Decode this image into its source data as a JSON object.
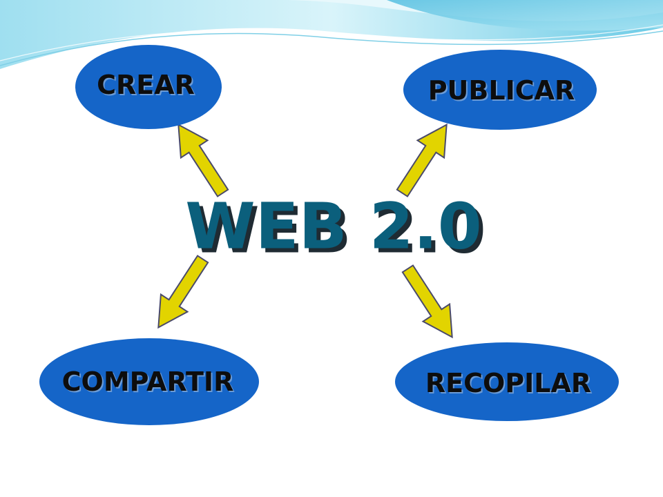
{
  "diagram": {
    "center": {
      "label": "WEB 2.0"
    },
    "nodes": [
      {
        "id": "crear",
        "label": "CREAR"
      },
      {
        "id": "publicar",
        "label": "PUBLICAR"
      },
      {
        "id": "compartir",
        "label": "COMPARTIR"
      },
      {
        "id": "recopilar",
        "label": "RECOPILAR"
      }
    ]
  },
  "colors": {
    "node_fill": "#1565c8",
    "label_text": "#0d0d0d",
    "center_text": "#0b5f7c",
    "center_shadow": "#1f2b33",
    "arrow_fill": "#e2d400",
    "arrow_stroke": "#4a4a6a",
    "wave_light": "#c8eef6",
    "wave_mid": "#8fd6ea",
    "wave_dark": "#3fb3d8"
  }
}
